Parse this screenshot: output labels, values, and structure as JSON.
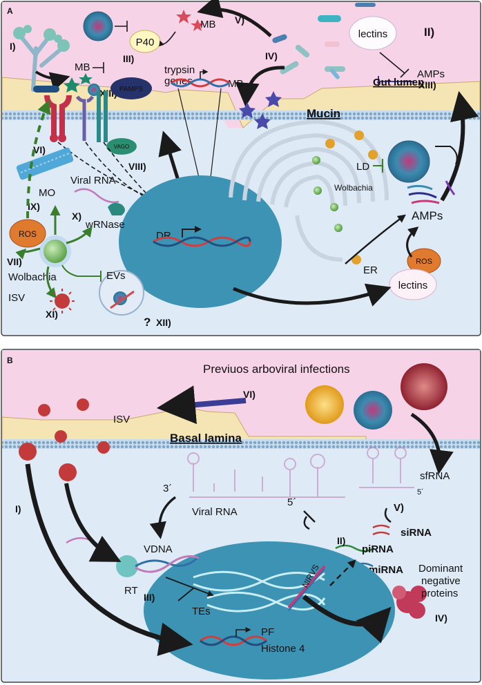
{
  "panel_a": {
    "letter": "A",
    "roman": {
      "i": "I)",
      "ii": "II)",
      "iii": "III)",
      "iv": "IV)",
      "v": "V)",
      "vi": "VI)",
      "vii": "VII)",
      "viii": "VIII)",
      "ix": "IX)",
      "x": "X)",
      "xi": "XI)",
      "xii": "XII)",
      "xiii_top": "XIII)",
      "xiii_mid": "XIII)"
    },
    "labels": {
      "mb_top": "MB",
      "mb_left": "MB",
      "mb_center": "MB",
      "p40": "P40",
      "trypsin": "trypsin",
      "genes": "genes",
      "lectins_top": "lectins",
      "amps_top": "AMPs",
      "gut_lumen": "Gut lumen",
      "mucin": "Mucin",
      "pamps": "PAMPS",
      "vago": "VAGO",
      "mo": "MO",
      "viral_rna": "Viral RNA",
      "wrnase": "wRNase",
      "ros_left": "ROS",
      "wolbachia_left": "Wolbachia",
      "isv": "ISV",
      "evs": "EVs",
      "question": "?",
      "dr": "DR",
      "ld": "LD",
      "wolbachia_er": "Wolbachia",
      "amps_right": "AMPs",
      "ros_right": "ROS",
      "er": "ER",
      "lectins_bottom": "lectins"
    }
  },
  "panel_b": {
    "letter": "B",
    "roman": {
      "i": "I)",
      "ii": "II)",
      "iii": "III)",
      "iv": "IV)",
      "v": "V)",
      "vi": "VI)"
    },
    "labels": {
      "title": "Previuos arboviral infections",
      "isv": "ISV",
      "basal_lamina": "Basal lamina",
      "three_prime": "3´",
      "five_prime": "5´",
      "five_prime_small": "5´",
      "viral_rna": "Viral RNA",
      "sfrna": "sfRNA",
      "pirna": "piRNA",
      "sirna": "siRNA",
      "mirna": "miRNA",
      "vdna": "VDNA",
      "rt": "RT",
      "tes": "TEs",
      "nirvs": "NIRVS",
      "pf": "PF",
      "histone": "Histone 4",
      "dominant_1": "Dominant",
      "dominant_2": "negative",
      "dominant_3": "proteins"
    }
  },
  "colors": {
    "lumen_pink": "#f7d3e8",
    "cell_blue": "#deebf7",
    "mucin_tan": "#f6e5b4",
    "nucleus_blue": "#3d93b4",
    "wolbachia_green": "#7cc36a",
    "arrow_green": "#3a7d2a",
    "ros_orange": "#e07a2e",
    "isv_red": "#c23a3a",
    "arrow_blue": "#3a3c96"
  }
}
